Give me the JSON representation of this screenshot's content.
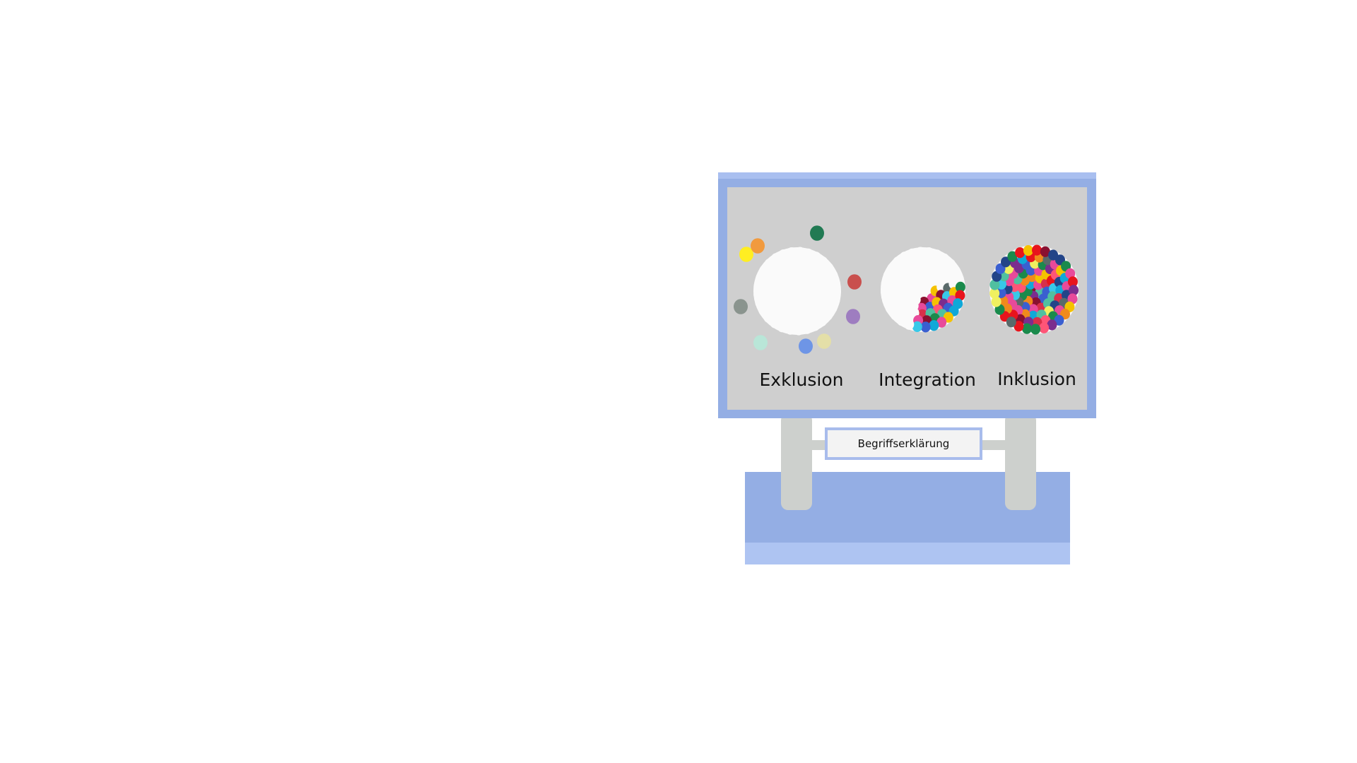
{
  "panel_labels": {
    "exclusion": "Exklusion",
    "integration": "Integration",
    "inclusion": "Inklusion"
  },
  "sign_plate": {
    "label": "Begriffserklärung"
  },
  "colors": {
    "frame": "#94aee4",
    "frame_top": "#a9bff0",
    "board_background": "#cfcfcf",
    "post": "#cdd0cd",
    "base": "#94aee4",
    "base_bottom": "#aec4f2",
    "plate_border": "#a8bcec",
    "white_dot": "#fafafa"
  },
  "dot_palette": [
    "#e8141c",
    "#f5c200",
    "#1a8a4c",
    "#3a5fd0",
    "#7b2d8e",
    "#f08a1c",
    "#38c8e8",
    "#e84a9a",
    "#8a1030",
    "#5a6a6a",
    "#50c0a0",
    "#f0f060",
    "#ff5577",
    "#224488",
    "#d8304a",
    "#10a8d8"
  ],
  "exclusion_outside_colors": [
    "#ffee22",
    "#f19a3e",
    "#217a53",
    "#c9504e",
    "#8a948e",
    "#9e7dc0",
    "#b9e6d8",
    "#6e95e6",
    "#e4dfa8"
  ]
}
